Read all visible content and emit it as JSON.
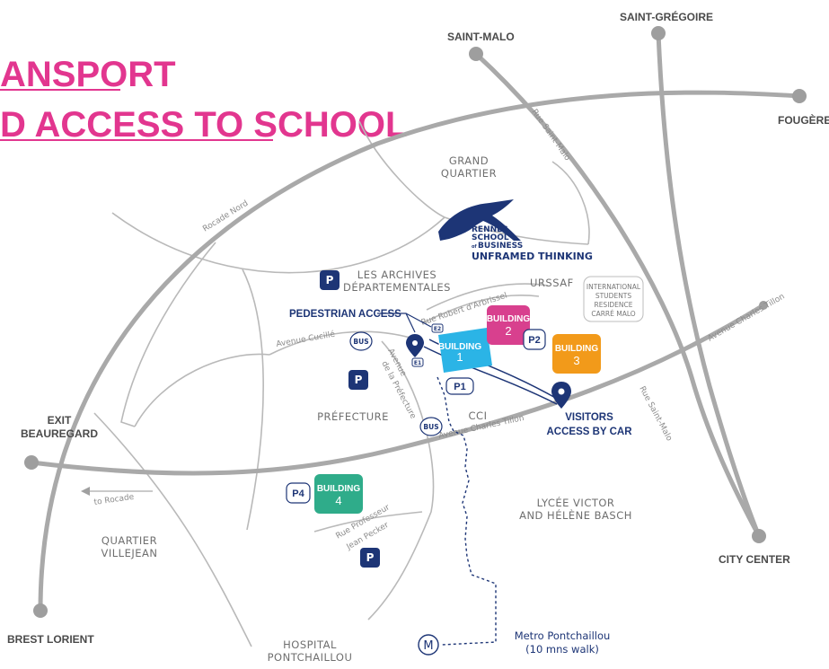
{
  "title": {
    "line1": "ANSPORT",
    "line2": "D ACCESS TO SCHOOL"
  },
  "colors": {
    "accent_pink": "#e2368f",
    "navy": "#1d3576",
    "road_major": "#a9a9a9",
    "road_minor": "#b9b9b9",
    "building1": "#2bb4e6",
    "building2": "#d8408e",
    "building3": "#f29a1a",
    "building4": "#2fac8a"
  },
  "cities": {
    "saint_malo": "SAINT-MALO",
    "saint_gregoire": "SAINT-GRÉGOIRE",
    "fougeres": "FOUGÈRES",
    "exit_line1": "EXIT",
    "exit_line2": "BEAUREGARD",
    "brest_lorient": "BREST LORIENT",
    "city_center": "CITY CENTER"
  },
  "areas": {
    "grand_quartier_1": "GRAND",
    "grand_quartier_2": "QUARTIER",
    "archives_1": "LES ARCHIVES",
    "archives_2": "DÉPARTEMENTALES",
    "urssaf": "URSSAF",
    "residence_1": "INTERNATIONAL",
    "residence_2": "STUDENTS",
    "residence_3": "RESIDENCE",
    "residence_4": "CARRÉ MALO",
    "prefecture": "PRÉFECTURE",
    "cci": "CCI",
    "lycee_1": "LYCÉE VICTOR",
    "lycee_2": "AND HÉLÈNE BASCH",
    "villejean_1": "QUARTIER",
    "villejean_2": "VILLEJEAN",
    "hospital_1": "HOSPITAL",
    "hospital_2": "PONTCHAILLOU"
  },
  "roads": {
    "rocade_nord": "Rocade Nord",
    "rue_saint_malo": "Rue Saint-Malo",
    "avenue_cucille": "Avenue Cucillé",
    "rue_robert": "Rue Robert d'Arbrissel",
    "avenue_prefecture_1": "Avenue",
    "avenue_prefecture_2": "de la Préfecture",
    "avenue_charles_tillon": "Avenue Charles Tillon",
    "to_rocade": "to Rocade",
    "rue_professeur_1": "Rue Professeur",
    "rue_professeur_2": "Jean Pecker"
  },
  "logo": {
    "line1": "RENNES",
    "line2": "SCHOOL",
    "line3": "BUSINESS",
    "of": "of",
    "tagline": "UNFRAMED THINKING"
  },
  "buildings": [
    {
      "label": "BUILDING",
      "number": "1"
    },
    {
      "label": "BUILDING",
      "number": "2"
    },
    {
      "label": "BUILDING",
      "number": "3"
    },
    {
      "label": "BUILDING",
      "number": "4"
    }
  ],
  "parking": {
    "p": "P",
    "p1": "P1",
    "p2": "P2",
    "p4": "P4"
  },
  "bus": "BUS",
  "entrances": {
    "e1": "E1",
    "e2": "E2"
  },
  "pedestrian_access": "PEDESTRIAN ACCESS",
  "visitors_1": "VISITORS",
  "visitors_2": "ACCESS BY CAR",
  "metro": {
    "symbol": "M",
    "line1": "Metro Pontchaillou",
    "line2": "(10 mns walk)"
  }
}
